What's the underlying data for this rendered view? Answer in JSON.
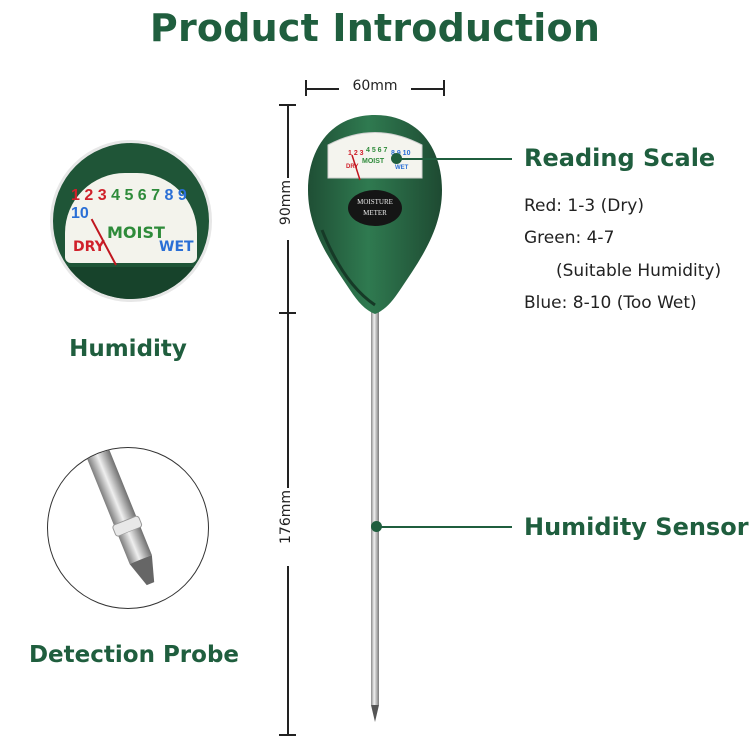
{
  "title": "Product Introduction",
  "dimensions": {
    "width": "60mm",
    "head_height": "90mm",
    "probe_length": "176mm"
  },
  "reading_scale": {
    "heading": "Reading Scale",
    "lines": [
      "Red: 1-3 (Dry)",
      "Green: 4-7",
      "(Suitable Humidity)",
      "Blue: 8-10 (Too Wet)"
    ]
  },
  "sensor": {
    "heading": "Humidity Sensor"
  },
  "insets": {
    "humidity": "Humidity",
    "probe": "Detection Probe"
  },
  "dial": {
    "numbers": [
      "1",
      "2",
      "3",
      "4",
      "5",
      "6",
      "7",
      "8",
      "9",
      "10"
    ],
    "dry": "DRY",
    "moist": "MOIST",
    "wet": "WET"
  },
  "meter_label": {
    "line1": "MOISTURE",
    "line2": "METER"
  },
  "colors": {
    "brand": "#1f5e3e",
    "red": "#d0202a",
    "green": "#2e8b3a",
    "blue": "#2a6fd6",
    "body": "#2e6b45"
  }
}
